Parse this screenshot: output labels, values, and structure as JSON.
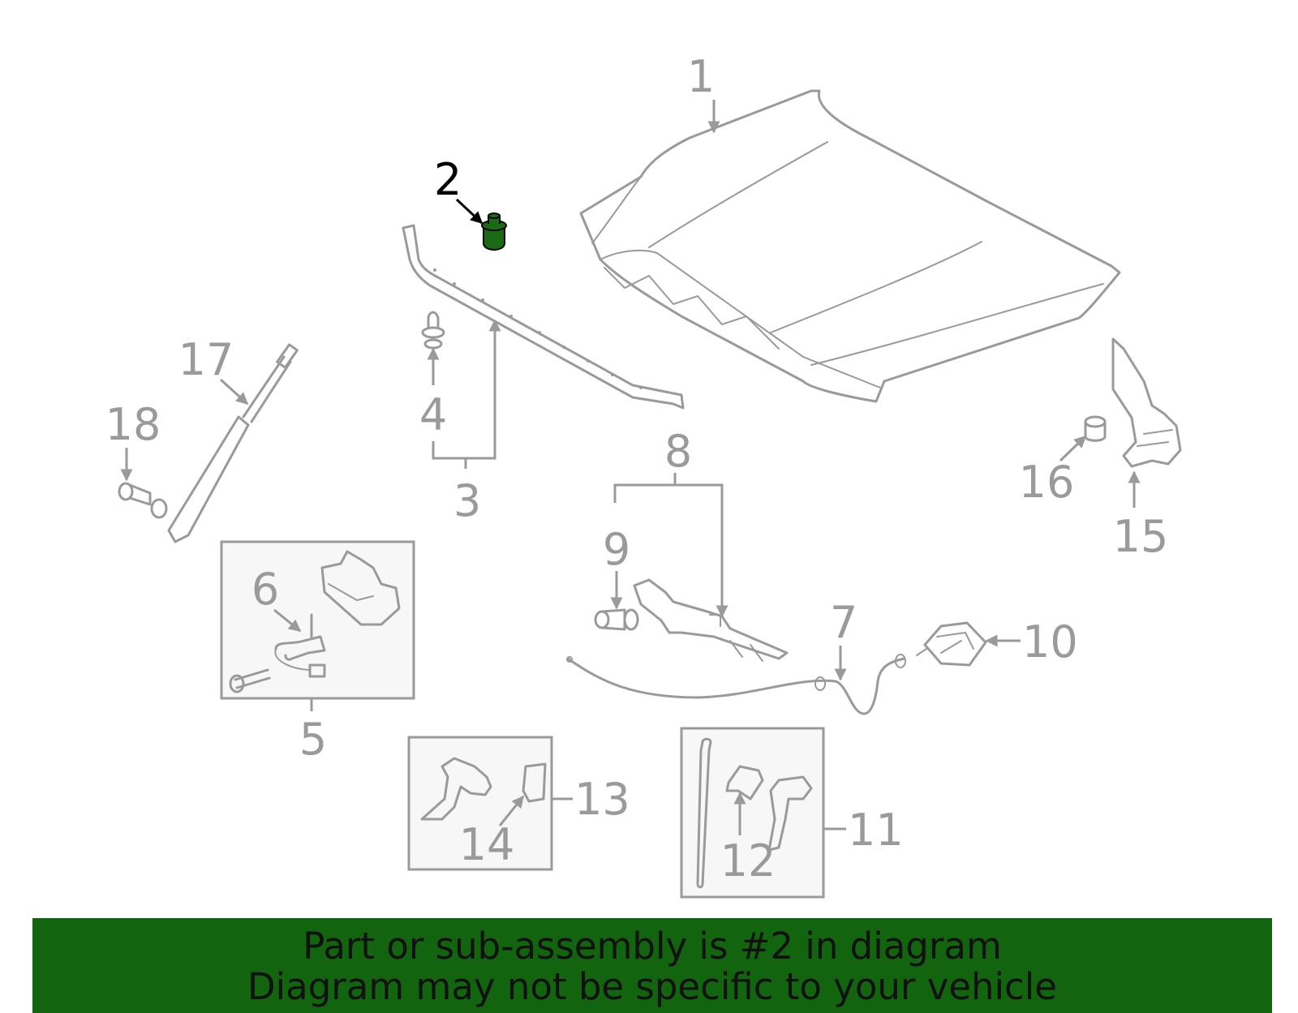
{
  "callouts": {
    "c1": "1",
    "c2": "2",
    "c3": "3",
    "c4": "4",
    "c5": "5",
    "c6": "6",
    "c7": "7",
    "c8": "8",
    "c9": "9",
    "c10": "10",
    "c11": "11",
    "c12": "12",
    "c13": "13",
    "c14": "14",
    "c15": "15",
    "c16": "16",
    "c17": "17",
    "c18": "18"
  },
  "highlighted_part": "2",
  "colors": {
    "highlight": "#1a6b14",
    "banner": "#12640f",
    "line": "#9a9a9a",
    "box_fill": "#f7f7f7"
  },
  "banner": {
    "line1": "Part or sub-assembly is #2 in diagram",
    "line2": "Diagram may not be specific to your vehicle"
  }
}
